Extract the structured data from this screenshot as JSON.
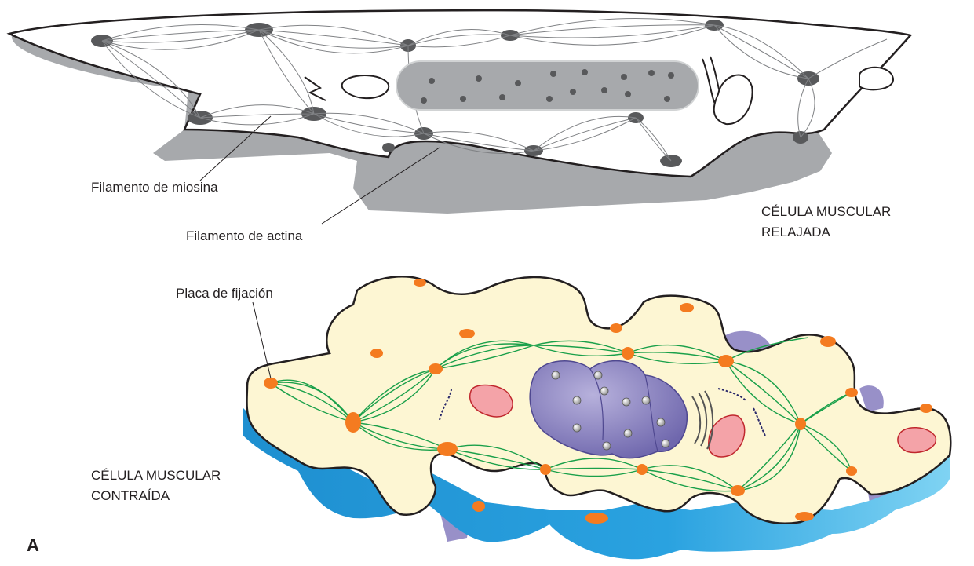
{
  "labels": {
    "myosin": "Filamento de miosina",
    "actin": "Filamento de actina",
    "relaxed_line1": "CÉLULA MUSCULAR",
    "relaxed_line2": "RELAJADA",
    "plaque": "Placa de fijación",
    "contracted_line1": "CÉLULA MUSCULAR",
    "contracted_line2": "CONTRAÍDA",
    "panel": "A"
  },
  "colors": {
    "relaxed_shadow": "#a7a9ac",
    "relaxed_body": "#ffffff",
    "relaxed_dense_body": "#58595b",
    "contracted_cytoplasm": "#fdf6d3",
    "contracted_base_dark": "#1e8fd0",
    "contracted_base_light": "#5cc3ee",
    "contracted_back_lobes": "#9890c8",
    "dense_body_orange": "#f47b20",
    "actin_myosin_green": "#1aa04a",
    "nucleus_purple": "#8a82bf",
    "mitochondria_red": "#f4a3a8"
  }
}
